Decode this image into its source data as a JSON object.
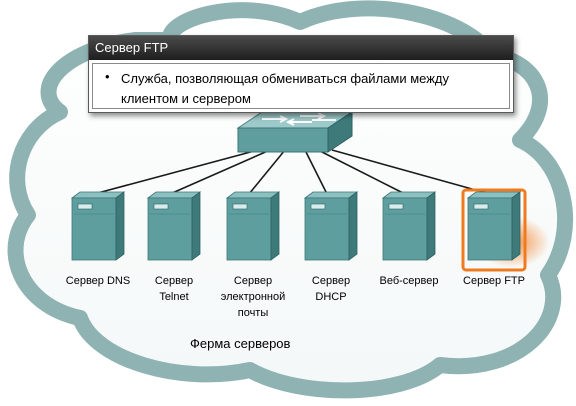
{
  "tooltip": {
    "title": "Сервер FTP",
    "bullet": "•",
    "text": "Служба, позволяющая обмениваться файлами между клиентом и сервером"
  },
  "farm_label": "Ферма серверов",
  "servers": [
    {
      "id": "dns",
      "label": "Сервер DNS",
      "highlighted": false
    },
    {
      "id": "telnet",
      "label": "Сервер\nTelnet",
      "highlighted": false
    },
    {
      "id": "email",
      "label": "Сервер\nэлектронной\nпочты",
      "highlighted": false
    },
    {
      "id": "dhcp",
      "label": "Сервер\nDHCP",
      "highlighted": false
    },
    {
      "id": "web",
      "label": "Веб-сервер",
      "highlighted": false
    },
    {
      "id": "ftp",
      "label": "Сервер FTP",
      "highlighted": true
    }
  ],
  "colors": {
    "cloud": "#8fb3b3",
    "server_front": "#5e9e9e",
    "server_side": "#3f7a7a",
    "server_top": "#8cc0c0",
    "highlight": "#f07a1e",
    "switch": "#6aa6a6"
  }
}
